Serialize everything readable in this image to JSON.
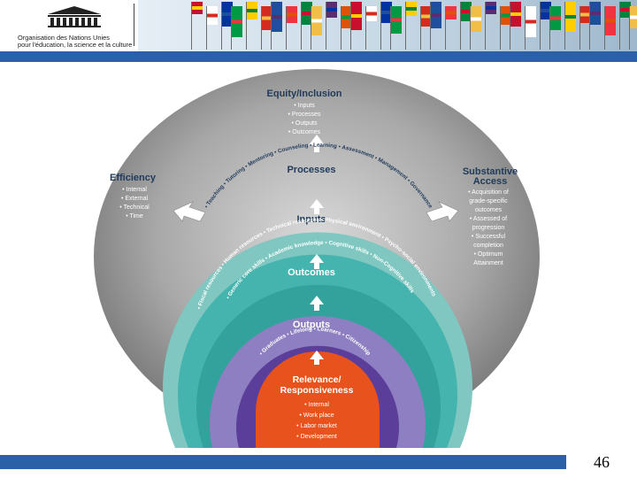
{
  "header": {
    "org_line1": "Organisation des Nations Unies",
    "org_line2": "pour l'éducation, la science et la culture"
  },
  "page_number": "46",
  "outer": {
    "equity_title": "Equity/Inclusion",
    "equity_items": [
      "• Inputs",
      "• Processes",
      "• Outputs",
      "• Outcomes"
    ],
    "efficiency_title": "Efficiency",
    "efficiency_items": [
      "• Internal",
      "• External",
      "• Technical",
      "• Time"
    ],
    "access_title_1": "Substantive",
    "access_title_2": "Access",
    "access_items": [
      "• Acquisition of",
      "grade-specific",
      "outcomes",
      "• Assessed of",
      "progression",
      "• Successful",
      "completion",
      "• Optimum",
      "Attainment"
    ]
  },
  "processes": {
    "title": "Processes",
    "arc_text": "• Teaching • Tutoring • Mentoring • Counseling • Learning • Assessment • Management • Governance"
  },
  "inputs": {
    "title": "Inputs",
    "arc_text": "• Fiscal resources • Human resources • Technical resources • Physical environment • Psycho-social environments"
  },
  "outcomes": {
    "title": "Outcomes",
    "arc_text": "• Generic core skills • Academic knowledge • Cognitive skills • Non-Cognitive skills"
  },
  "outputs": {
    "title": "Outputs",
    "arc_text": "• Graduates • Lifelong • Learners • Citizenship"
  },
  "relevance": {
    "title_1": "Relevance/",
    "title_2": "Responsiveness",
    "items": [
      "• Internal",
      "• Work place",
      "• Labor market",
      "• Development"
    ]
  },
  "colors": {
    "outer_ring": "#8e8e8e",
    "processes_ring": "#7fc7c0",
    "inputs_ring": "#3fb1ad",
    "outcomes_ring": "#8d7fc1",
    "outputs_ring": "#5b3e99",
    "relevance_core": "#e8521c",
    "band": "#2b5fa6"
  }
}
